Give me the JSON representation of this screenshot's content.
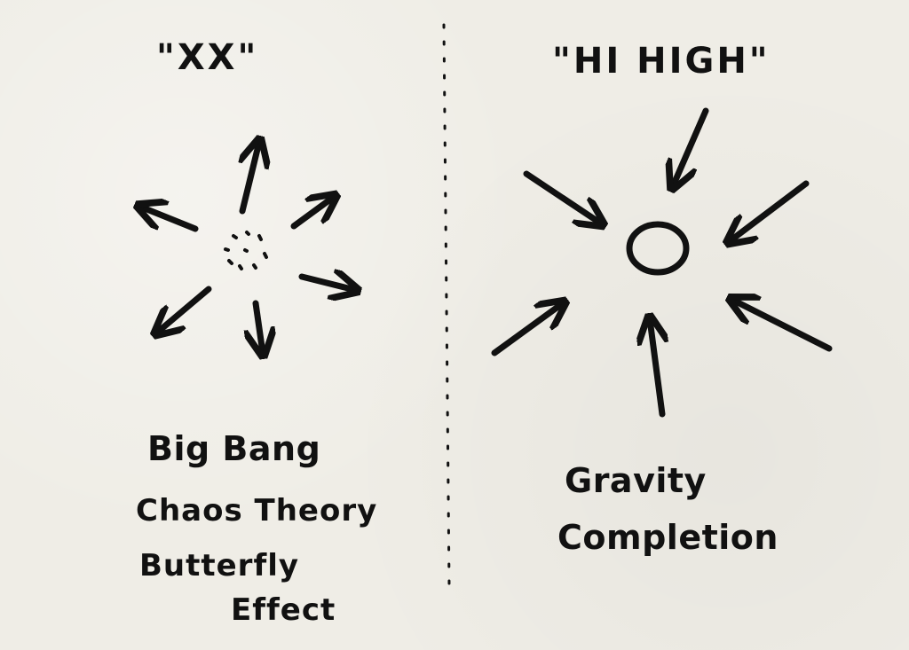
{
  "left": {
    "heading": "\"XX\"",
    "terms": [
      "Big Bang",
      "Chaos Theory",
      "Butterfly",
      "Effect"
    ]
  },
  "right": {
    "heading": "\"HI HIGH\"",
    "terms": [
      "Gravity",
      "Completion"
    ]
  },
  "colors": {
    "ink": "#111111",
    "paper": "#efede6"
  }
}
